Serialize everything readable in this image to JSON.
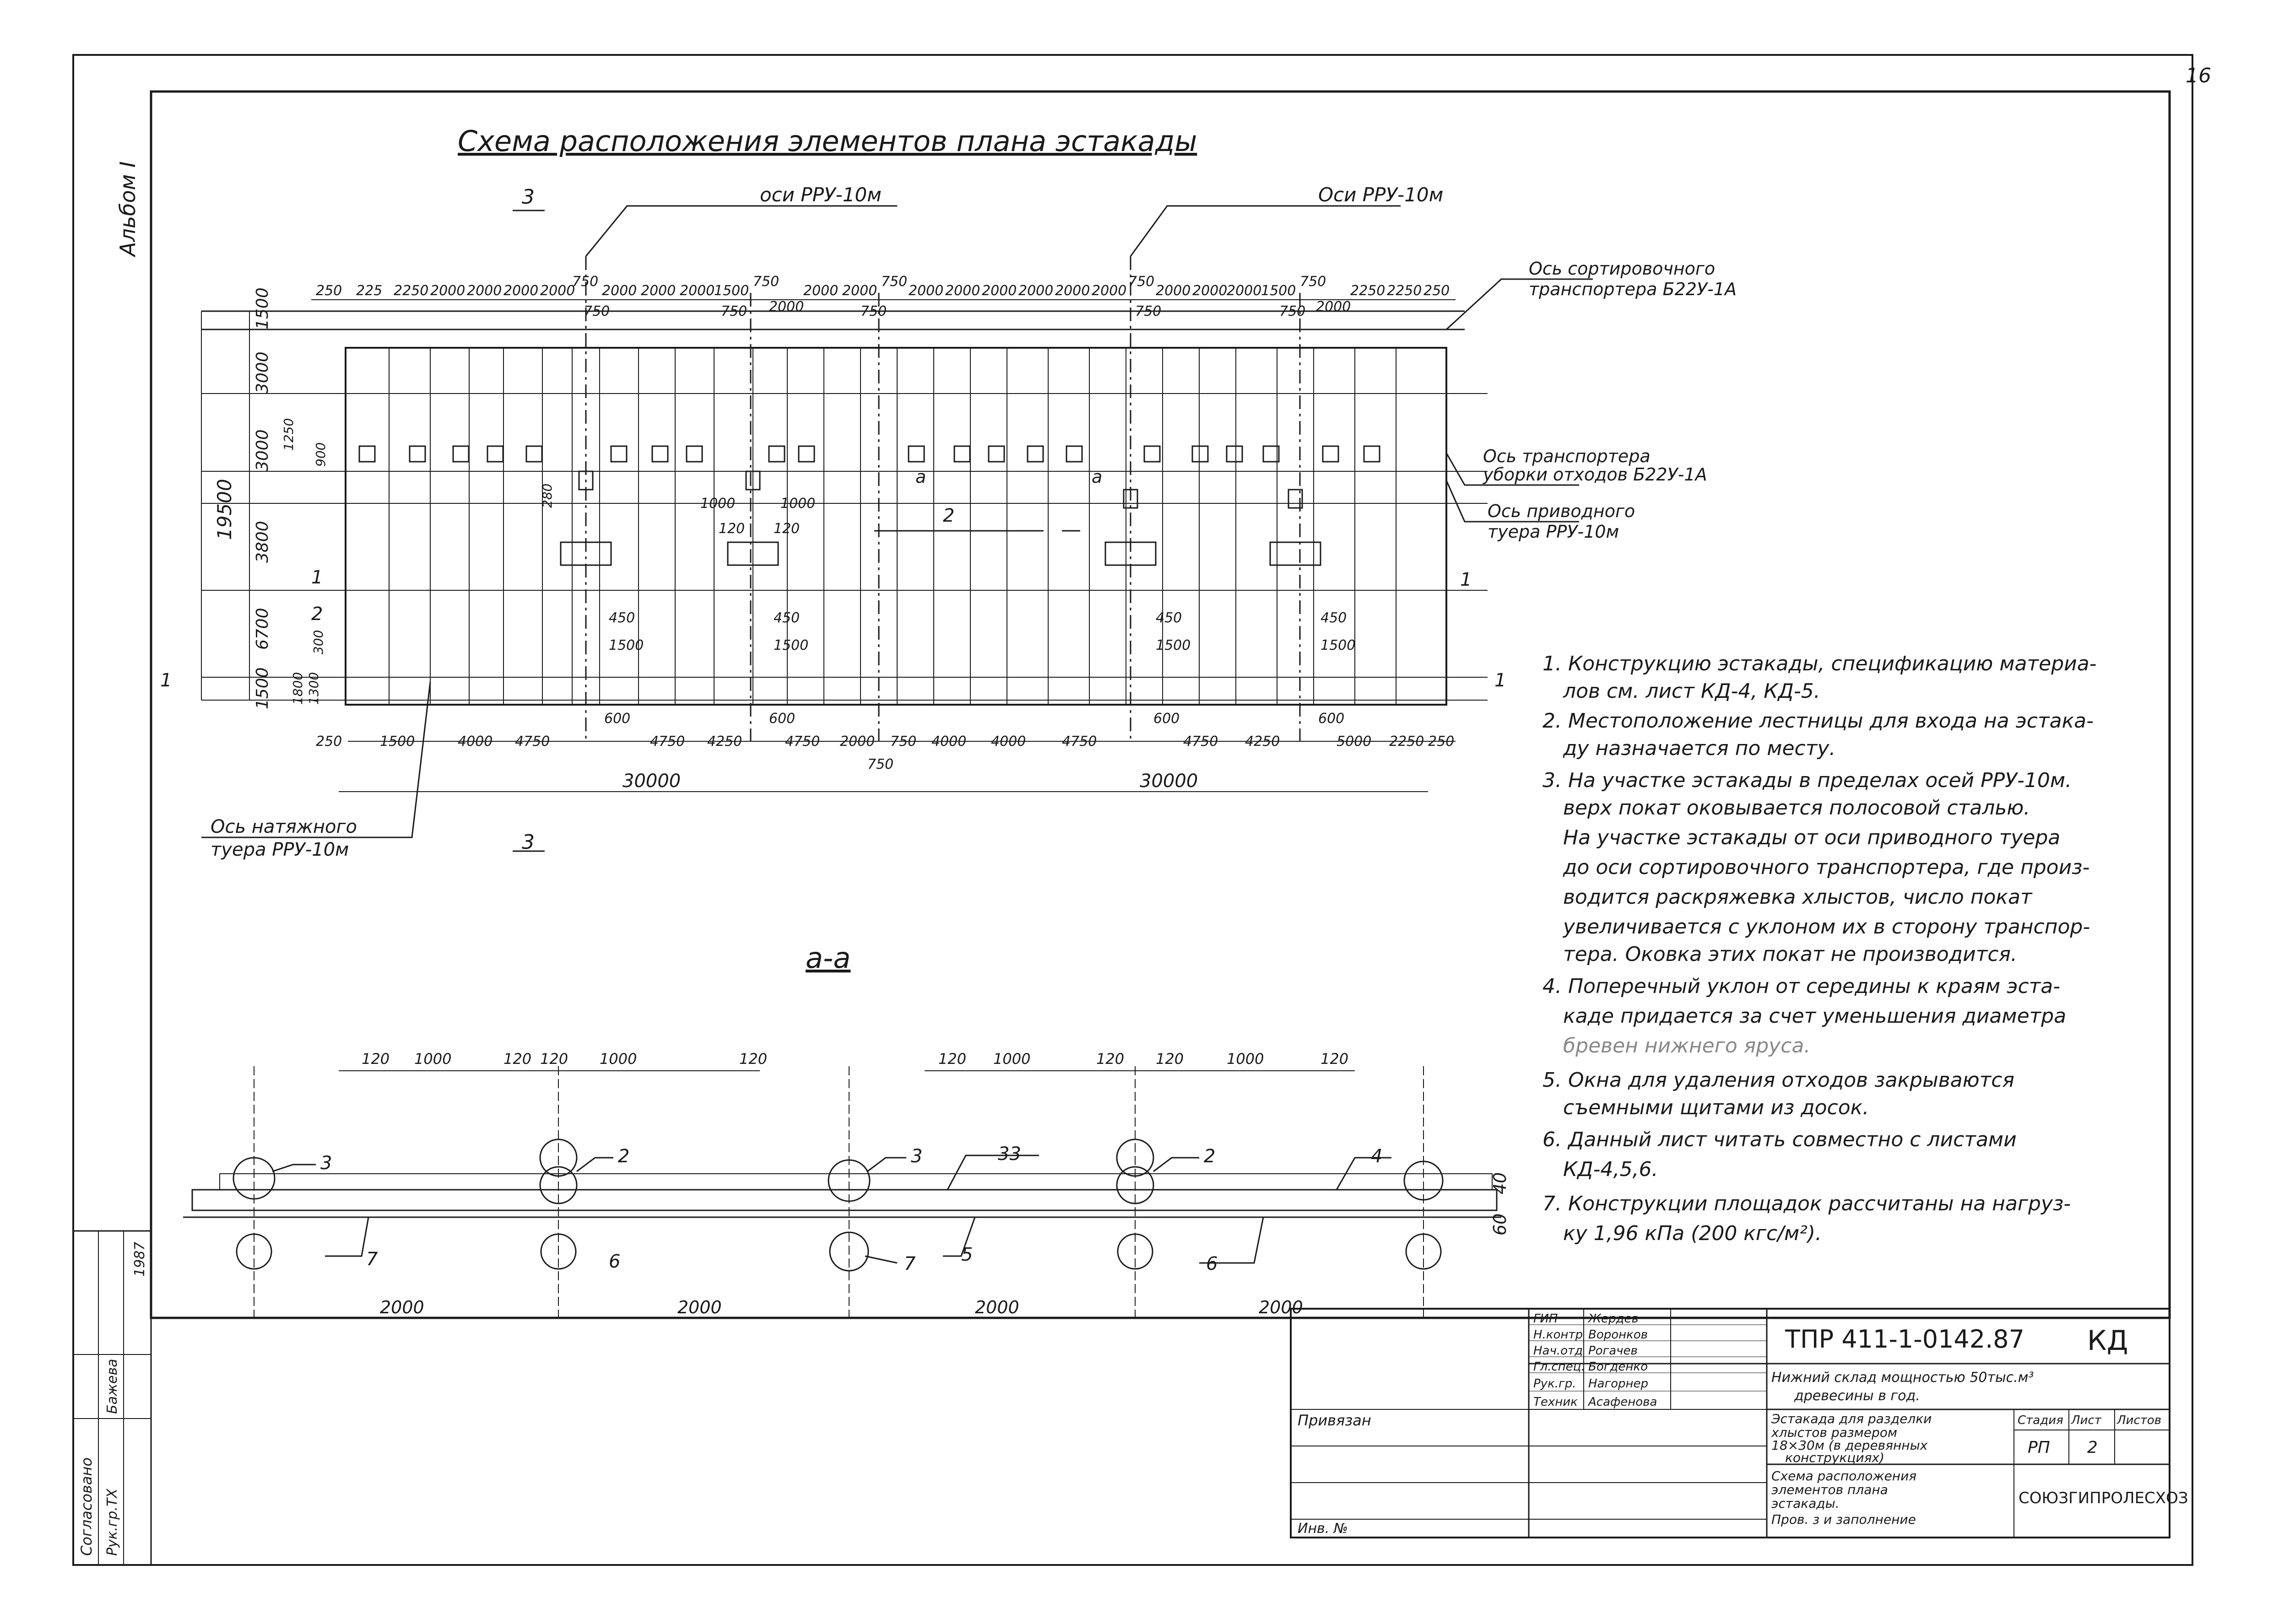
{
  "sheet": {
    "page_number": "16",
    "album": "Альбом I",
    "title": "Схема расположения элементов плана эстакады",
    "section_title": "а-а"
  },
  "plan": {
    "axis_rru_left": "оси РРУ-10м",
    "axis_rru_right": "Оси РРУ-10м",
    "section_mark": "3",
    "section_mark_bottom": "3",
    "sort_conveyor": [
      "Ось сортировочного",
      "транспортера Б22У-1А"
    ],
    "waste_conveyor": [
      "Ось транспортера",
      "уборки отходов Б22У-1А"
    ],
    "drive_tower": [
      "Ось приводного",
      "туера РРУ-10м"
    ],
    "tension_tower": [
      "Ось натяжного",
      "туера РРУ-10м"
    ],
    "marker_1": "1",
    "marker_2": "2",
    "marker_a": "а",
    "top_dims": [
      "250",
      "225",
      "2250",
      "2000",
      "2000",
      "2000",
      "2000",
      "750",
      "2000",
      "2000",
      "2000",
      "1500",
      "750",
      "2000",
      "2000",
      "750",
      "2000",
      "2000",
      "2000",
      "2000",
      "2000",
      "2000",
      "750",
      "2000",
      "2000",
      "2000",
      "1500",
      "750",
      "2250",
      "2250",
      "250"
    ],
    "top_sub_dims": [
      "750",
      "750",
      "2000",
      "750",
      "750",
      "750",
      "2000"
    ],
    "left_dims": [
      "1500",
      "3000",
      "3000",
      "3800",
      "6700",
      "1500",
      "19500"
    ],
    "left_small": [
      "1250",
      "900",
      "280",
      "300",
      "1800",
      "1300"
    ],
    "inner_dims": [
      "1000",
      "1000",
      "120",
      "120",
      "450",
      "1500",
      "450",
      "1500",
      "450",
      "1500",
      "450",
      "1500",
      "600",
      "600",
      "600",
      "600"
    ],
    "bottom_dims": [
      "250",
      "1500",
      "4000",
      "4750",
      "4750",
      "4250",
      "4750",
      "2000",
      "750",
      "4000",
      "4000",
      "4750",
      "4750",
      "4250",
      "5000",
      "2250",
      "250"
    ],
    "bottom_sub_dim": "750",
    "total_left": "30000",
    "total_right": "30000"
  },
  "section": {
    "top_dims": [
      "120",
      "1000",
      "120",
      "120",
      "1000",
      "120",
      "120",
      "1000",
      "120",
      "120",
      "1000",
      "120"
    ],
    "callouts": [
      "3",
      "2",
      "3",
      "33",
      "2",
      "4",
      "7",
      "6",
      "7",
      "5",
      "6"
    ],
    "bottom_dims": [
      "2000",
      "2000",
      "2000",
      "2000"
    ],
    "right_dims": [
      "40",
      "60"
    ]
  },
  "notes": [
    "1. Конструкцию эстакады, спецификацию материа-",
    "лов см. лист КД-4, КД-5.",
    "2. Местоположение лестницы для входа на эстака-",
    "ду назначается по месту.",
    "3. На участке эстакады в пределах осей РРУ-10м.",
    "верх покат оковывается полосовой сталью.",
    "На участке эстакады от оси приводного туера",
    "до оси сортировочного транспортера, где произ-",
    "водится раскряжевка хлыстов, число покат",
    "увеличивается с уклоном их в сторону транспор-",
    "тера. Оковка этих покат не производится.",
    "4. Поперечный уклон от середины к краям эста-",
    "каде придается за счет уменьшения диаметра",
    "бревен нижнего яруса.",
    "5. Окна для удаления отходов закрываются",
    "съемными щитами из досок.",
    "6. Данный лист читать совместно с листами",
    "КД-4,5,6.",
    "7. Конструкции площадок рассчитаны на нагруз-",
    "ку 1,96 кПа (200 кгс/м²)."
  ],
  "stamp_left": {
    "rows": [
      "Согласовано",
      "Рук.гр.ТХ",
      "Бажева"
    ],
    "year": "1987"
  },
  "title_block": {
    "code": "ТПР 411-1-0142.87",
    "mark": "КД",
    "staff": [
      {
        "role": "ГИП",
        "name": "Жердев"
      },
      {
        "role": "Н.контр",
        "name": "Воронков"
      },
      {
        "role": "Нач.отд",
        "name": "Рогачев"
      },
      {
        "role": "Гл.спец.",
        "name": "Богденко"
      },
      {
        "role": "Рук.гр.",
        "name": "Нагорнер"
      },
      {
        "role": "Техник",
        "name": "Асафенова"
      }
    ],
    "project": [
      "Нижний склад мощностью 50тыс.м³",
      "древесины в год."
    ],
    "object": [
      "Эстакада для разделки",
      "хлыстов размером",
      "18×30м (в деревянных",
      "конструкциях)"
    ],
    "sheet_title": [
      "Схема расположения",
      "элементов плана",
      "эстакады.",
      "Пров. з и заполнение"
    ],
    "stage_label": "Стадия",
    "sheet_label": "Лист",
    "sheets_label": "Листов",
    "stage": "РП",
    "sheet_no": "2",
    "org": "СОЮЗГИПРОЛЕСХОЗ",
    "privyazan": "Привязан",
    "inv": "Инв. №"
  }
}
